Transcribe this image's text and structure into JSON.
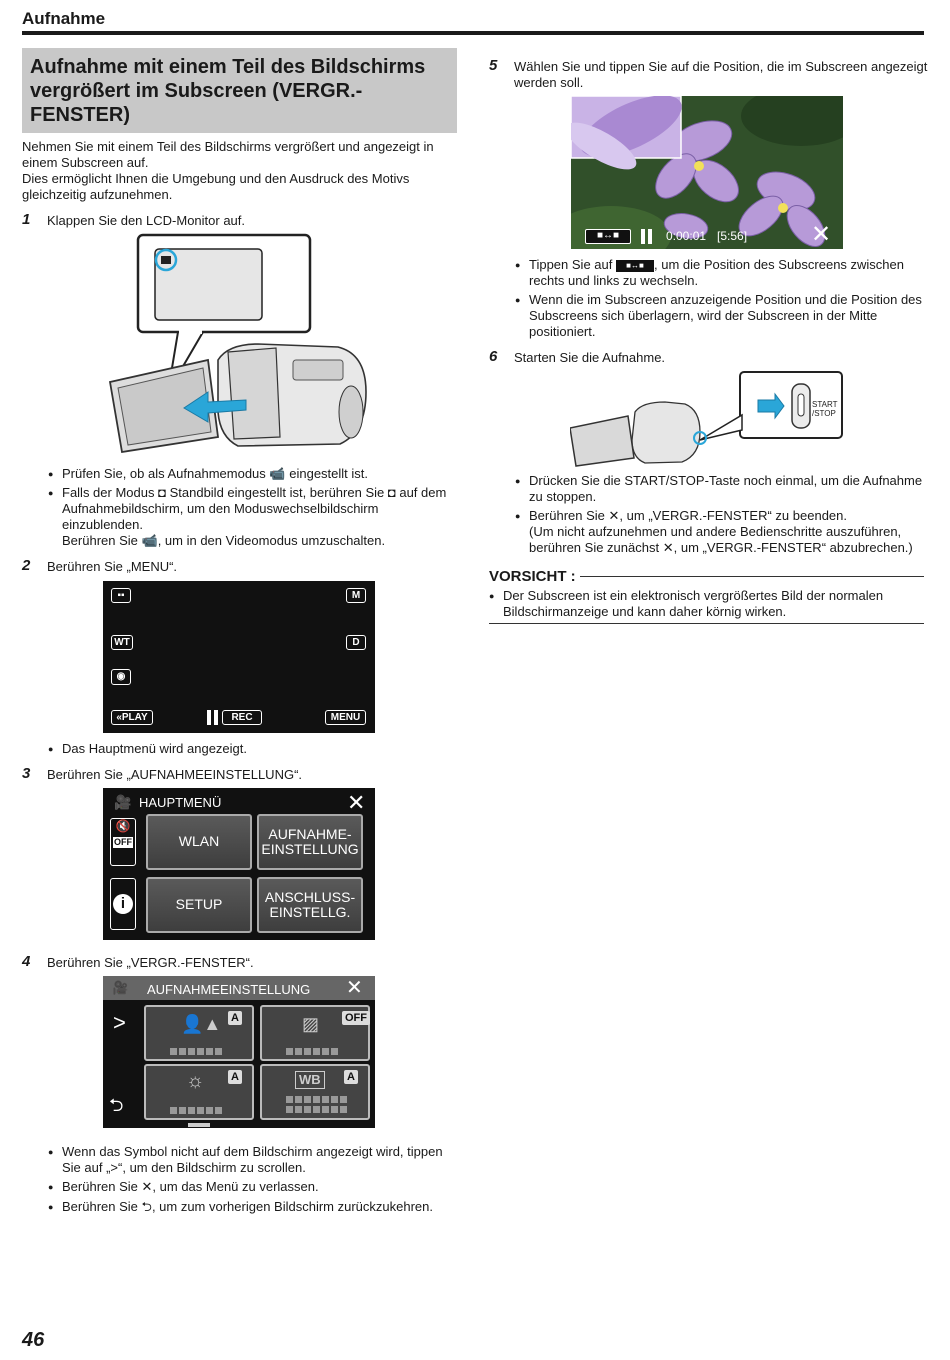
{
  "header": {
    "title": "Aufnahme"
  },
  "section_title": "Aufnahme mit einem Teil des Bildschirms vergrößert im Subscreen (VERGR.-FENSTER)",
  "intro": [
    "Nehmen Sie mit einem Teil des Bildschirms vergrößert und angezeigt in",
    "einem Subscreen auf.",
    "Dies ermöglicht Ihnen die Umgebung und den Ausdruck des Motivs",
    "gleichzeitig aufzunehmen."
  ],
  "steps": {
    "s1": {
      "num": "1",
      "text": "Klappen Sie den LCD-Monitor auf."
    },
    "s2": {
      "num": "2",
      "text": "Berühren Sie „MENU“."
    },
    "s3": {
      "num": "3",
      "text": "Berühren Sie „AUFNAHMEEINSTELLUNG“."
    },
    "s4": {
      "num": "4",
      "text": "Berühren Sie „VERGR.-FENSTER“."
    },
    "s5": {
      "num": "5",
      "text": [
        "Wählen Sie und tippen Sie auf die Position, die im Subscreen angezeigt",
        "werden soll."
      ]
    },
    "s6": {
      "num": "6",
      "text": "Starten Sie die Aufnahme."
    }
  },
  "bullets1": {
    "b1": [
      "Prüfen Sie, ob als Aufnahmemodus",
      "eingestellt ist."
    ],
    "b2": [
      "Falls der Modus",
      "Standbild eingestellt ist, berühren Sie",
      "auf dem",
      "Aufnahmebildschirm, um den Moduswechselbildschirm",
      "einzublenden.",
      "Berühren Sie",
      ", um in den Videomodus umzuschalten."
    ]
  },
  "bullet2": "Das Hauptmenü wird angezeigt.",
  "bullets4": {
    "b1": [
      "Wenn das Symbol nicht auf dem Bildschirm angezeigt wird, tippen",
      "Sie auf „",
      "“, um den Bildschirm zu scrollen."
    ],
    "b2": [
      "Berühren Sie",
      ", um das Menü zu verlassen."
    ],
    "b3": [
      "Berühren Sie",
      ", um zum vorherigen Bildschirm zurückzukehren."
    ]
  },
  "bullets5": {
    "b1": [
      "Tippen Sie auf",
      ", um die Position des Subscreens zwischen",
      "rechts und links zu wechseln."
    ],
    "b2": [
      "Wenn die im Subscreen anzuzeigende Position und die Position des",
      "Subscreens sich überlagern, wird der Subscreen in der Mitte",
      "positioniert."
    ]
  },
  "bullets6": {
    "b1": [
      "Drücken Sie die START/STOP-Taste noch einmal, um die Aufnahme",
      "zu stoppen."
    ],
    "b2": [
      "Berühren Sie",
      ", um „VERGR.-FENSTER“ zu beenden.",
      "(Um nicht aufzunehmen und andere Bedienschritte auszuführen,",
      "berühren Sie zunächst",
      ", um „VERGR.-FENSTER“ abzubrechen.)"
    ]
  },
  "vorsicht": {
    "title": "VORSICHT :",
    "text": [
      "Der Subscreen ist ein elektronisch vergrößertes Bild der normalen",
      "Bildschirmanzeige und kann daher körnig wirken."
    ]
  },
  "screen_rec": {
    "m": "M",
    "wt": "WT",
    "d": "D",
    "play": "«PLAY",
    "rec": "REC",
    "menu": "MENU"
  },
  "screen_main": {
    "title": "HAUPTMENÜ",
    "off": "OFF",
    "wlan": "WLAN",
    "aufnahme": "AUFNAHME-\nEINSTELLUNG",
    "setup": "SETUP",
    "anschluss": "ANSCHLUSS-\nEINSTELLG."
  },
  "screen_rec_settings": {
    "title": "AUFNAHMEEINSTELLUNG",
    "a1": "A",
    "off": "OFF",
    "a2": "A",
    "wb": "WB",
    "a3": "A"
  },
  "screen_sub": {
    "time": "0:00:01",
    "remain": "[5:56]"
  },
  "camera_label": {
    "start": "START",
    "stop": "/STOP"
  },
  "page_number": "46"
}
